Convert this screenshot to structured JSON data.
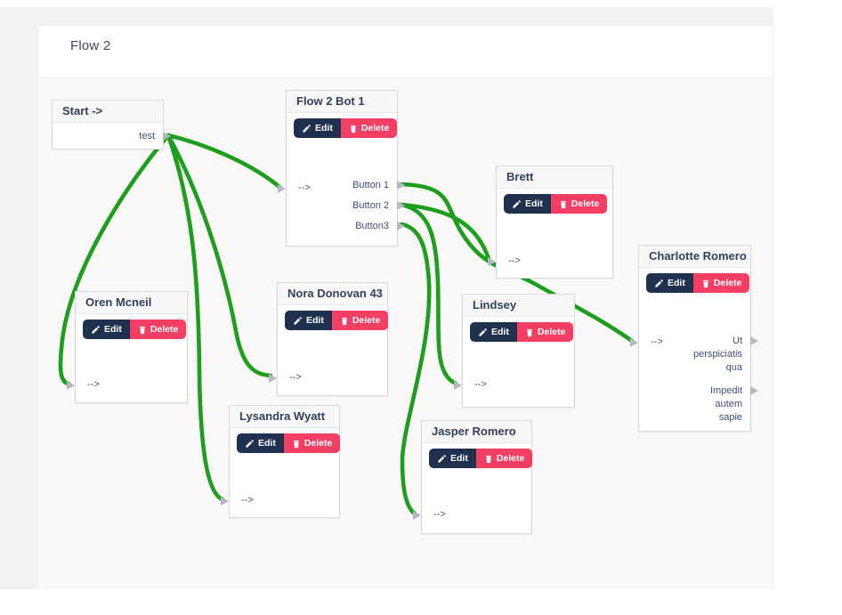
{
  "page_title": "Flow 2",
  "colors": {
    "edit_button": "#20304f",
    "delete_button": "#f23f63",
    "connection_green": "#1e9e1e",
    "port_gray": "#b4b8c0",
    "header_text": "#33415c"
  },
  "nodes": [
    {
      "id": "start",
      "title": "Start ->",
      "has_buttons": false,
      "inputs": [],
      "outputs": [
        {
          "port": "test",
          "lines": [
            "test"
          ]
        }
      ]
    },
    {
      "id": "flow2bot1",
      "title": "Flow 2 Bot 1",
      "has_buttons": true,
      "edit_label": "Edit",
      "delete_label": "Delete",
      "inputs": [
        {
          "label": "-->"
        }
      ],
      "outputs": [
        {
          "port": "Button 1",
          "lines": [
            "Button 1"
          ]
        },
        {
          "port": "Button 2",
          "lines": [
            "Button 2"
          ]
        },
        {
          "port": "Button3",
          "lines": [
            "Button3"
          ]
        }
      ]
    },
    {
      "id": "brett",
      "title": "Brett",
      "has_buttons": true,
      "edit_label": "Edit",
      "delete_label": "Delete",
      "inputs": [
        {
          "label": "-->"
        }
      ],
      "outputs": []
    },
    {
      "id": "charlotte",
      "title": "Charlotte Romero",
      "has_buttons": true,
      "edit_label": "Edit",
      "delete_label": "Delete",
      "inputs": [
        {
          "label": "-->"
        }
      ],
      "outputs": [
        {
          "port": "Ut perspiciatis qua",
          "lines": [
            "Ut",
            "perspiciatis",
            "qua"
          ]
        },
        {
          "port": "Impedit autem sapie",
          "lines": [
            "Impedit",
            "autem",
            "sapie"
          ]
        }
      ]
    },
    {
      "id": "oren",
      "title": "Oren Mcneil",
      "has_buttons": true,
      "edit_label": "Edit",
      "delete_label": "Delete",
      "inputs": [
        {
          "label": "-->"
        }
      ],
      "outputs": []
    },
    {
      "id": "nora",
      "title": "Nora Donovan 43",
      "has_buttons": true,
      "edit_label": "Edit",
      "delete_label": "Delete",
      "inputs": [
        {
          "label": "-->"
        }
      ],
      "outputs": []
    },
    {
      "id": "lindsey",
      "title": "Lindsey",
      "has_buttons": true,
      "edit_label": "Edit",
      "delete_label": "Delete",
      "inputs": [
        {
          "label": "-->"
        }
      ],
      "outputs": []
    },
    {
      "id": "lysandra",
      "title": "Lysandra Wyatt",
      "has_buttons": true,
      "edit_label": "Edit",
      "delete_label": "Delete",
      "inputs": [
        {
          "label": "-->"
        }
      ],
      "outputs": []
    },
    {
      "id": "jasper",
      "title": "Jasper Romero",
      "has_buttons": true,
      "edit_label": "Edit",
      "delete_label": "Delete",
      "inputs": [
        {
          "label": "-->"
        }
      ],
      "outputs": []
    }
  ],
  "connections": [
    {
      "from": "start",
      "from_port": "test",
      "to": "flow2bot1"
    },
    {
      "from": "start",
      "from_port": "test",
      "to": "oren"
    },
    {
      "from": "start",
      "from_port": "test",
      "to": "nora"
    },
    {
      "from": "start",
      "from_port": "test",
      "to": "lysandra"
    },
    {
      "from": "flow2bot1",
      "from_port": "Button 1",
      "to": "charlotte"
    },
    {
      "from": "flow2bot1",
      "from_port": "Button 2",
      "to": "brett"
    },
    {
      "from": "flow2bot1",
      "from_port": "Button 2",
      "to": "lindsey"
    },
    {
      "from": "flow2bot1",
      "from_port": "Button3",
      "to": "jasper"
    }
  ]
}
